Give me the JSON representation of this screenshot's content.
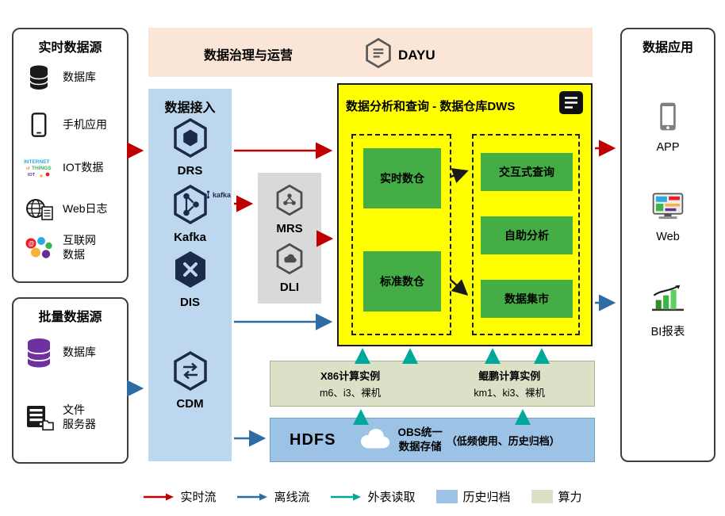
{
  "banner": {
    "title": "数据治理与运营",
    "product": "DAYU"
  },
  "realtime": {
    "title": "实时数据源",
    "items": [
      {
        "icon": "database-icon",
        "label": "数据库"
      },
      {
        "icon": "mobile-app-icon",
        "label": "手机应用"
      },
      {
        "icon": "iot-icon",
        "label": "IOT数据"
      },
      {
        "icon": "web-log-icon",
        "label": "Web日志"
      },
      {
        "icon": "internet-data-icon",
        "label": "互联网\n数据"
      }
    ]
  },
  "batch": {
    "title": "批量数据源",
    "items": [
      {
        "icon": "database-purple-icon",
        "label": "数据库"
      },
      {
        "icon": "file-server-icon",
        "label": "文件\n服务器"
      }
    ]
  },
  "ingestion": {
    "title": "数据接入",
    "services": [
      {
        "label": "DRS"
      },
      {
        "label": "Kafka",
        "wordmark": "kafka"
      },
      {
        "label": "DIS"
      },
      {
        "label": "CDM"
      }
    ]
  },
  "processing": {
    "services": [
      {
        "label": "MRS"
      },
      {
        "label": "DLI"
      }
    ]
  },
  "dws": {
    "title": "数据分析和查询 - 数据仓库DWS",
    "left_boxes": [
      {
        "label": "实时数仓"
      },
      {
        "label": "标准数仓"
      }
    ],
    "right_boxes": [
      {
        "label": "交互式查询"
      },
      {
        "label": "自助分析"
      },
      {
        "label": "数据集市"
      }
    ]
  },
  "compute": {
    "x86": {
      "title": "X86计算实例",
      "subtitle": "m6、i3、裸机"
    },
    "kunpeng": {
      "title": "鲲鹏计算实例",
      "subtitle": "km1、ki3、裸机"
    }
  },
  "storage": {
    "hdfs": "HDFS",
    "obs_line1": "OBS统一",
    "obs_line2": "数据存储",
    "note": "（低频使用、历史归档）"
  },
  "apps": {
    "title": "数据应用",
    "items": [
      {
        "icon": "app-phone-icon",
        "label": "APP"
      },
      {
        "icon": "web-monitor-icon",
        "label": "Web"
      },
      {
        "icon": "bi-report-icon",
        "label": "BI报表"
      }
    ]
  },
  "legend": {
    "items": [
      {
        "label": "实时流",
        "type": "arrow",
        "color": "#c00000"
      },
      {
        "label": "离线流",
        "type": "arrow",
        "color": "#2e6da4"
      },
      {
        "label": "外表读取",
        "type": "arrow",
        "color": "#00a79b"
      },
      {
        "label": "历史归档",
        "type": "swatch",
        "color": "#9cc3e5"
      },
      {
        "label": "算力",
        "type": "swatch",
        "color": "#dae1c7"
      }
    ]
  },
  "colors": {
    "banner_fill": "#fbe5d6",
    "ingestion_fill": "#bdd7ee",
    "processing_fill": "#d9d9d9",
    "dws_fill": "#ffff00",
    "warehouse_green": "#45ad45",
    "compute_fill": "#dae1c7",
    "storage_fill": "#9cc3e5",
    "realtime_flow": "#c00000",
    "offline_flow": "#2e6da4",
    "external_read": "#00a79b"
  }
}
